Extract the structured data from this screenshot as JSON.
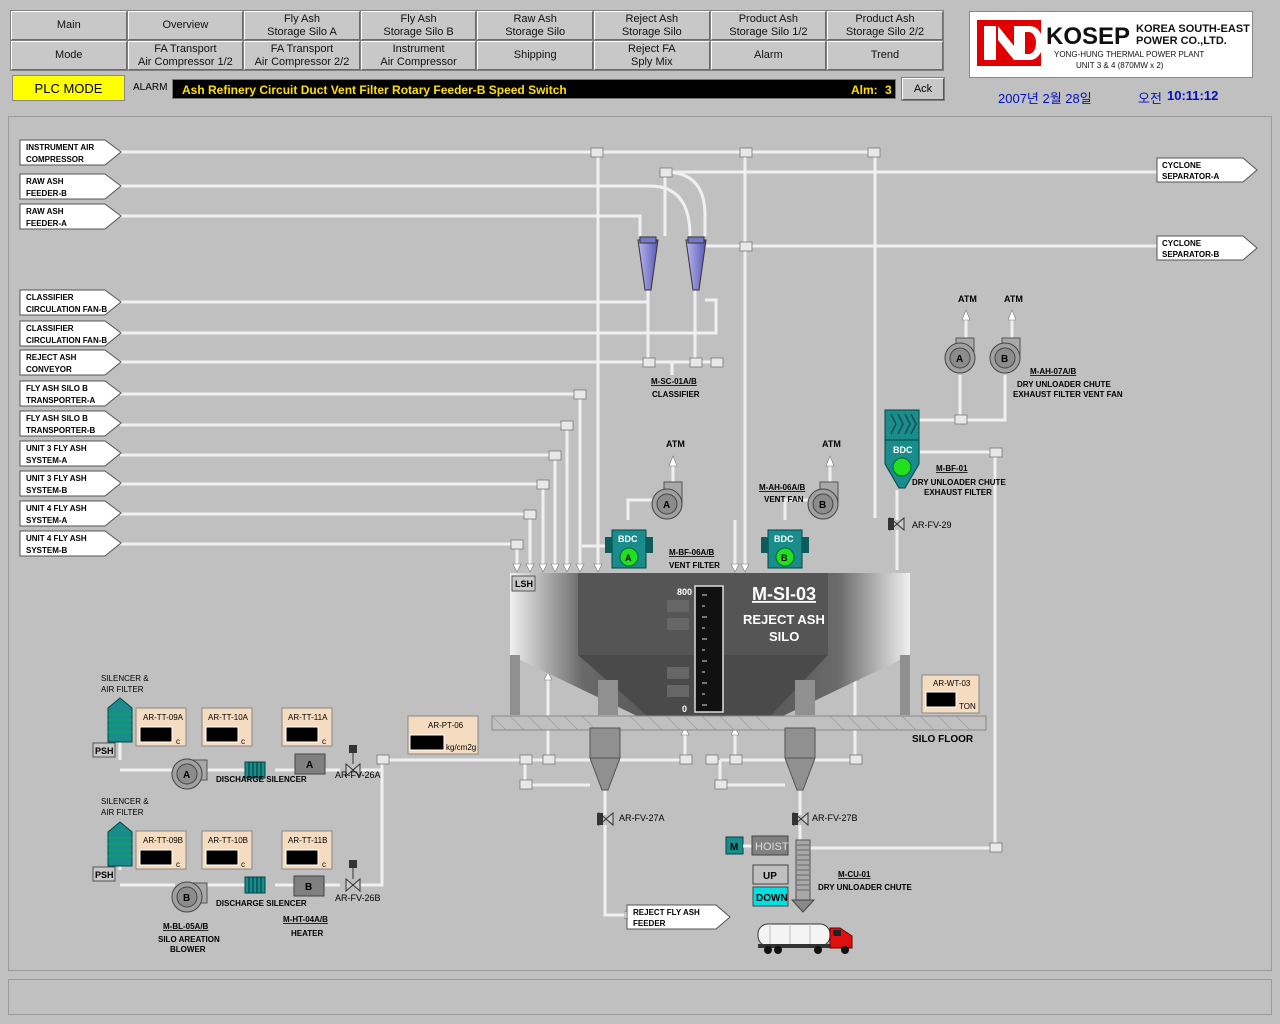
{
  "nav": {
    "row1": [
      {
        "id": "main",
        "lines": [
          "Main"
        ]
      },
      {
        "id": "overview",
        "lines": [
          "Overview"
        ]
      },
      {
        "id": "fly-ash-silo-a",
        "lines": [
          "Fly Ash",
          "Storage Silo A"
        ]
      },
      {
        "id": "fly-ash-silo-b",
        "lines": [
          "Fly Ash",
          "Storage Silo B"
        ]
      },
      {
        "id": "raw-ash-silo",
        "lines": [
          "Raw Ash",
          "Storage Silo"
        ]
      },
      {
        "id": "reject-ash-silo",
        "lines": [
          "Reject Ash",
          "Storage Silo"
        ]
      },
      {
        "id": "product-ash-silo-1",
        "lines": [
          "Product Ash",
          "Storage Silo 1/2"
        ]
      },
      {
        "id": "product-ash-silo-2",
        "lines": [
          "Product Ash",
          "Storage Silo 2/2"
        ]
      }
    ],
    "row2": [
      {
        "id": "mode",
        "lines": [
          "Mode"
        ]
      },
      {
        "id": "fa-transport-1",
        "lines": [
          "FA Transport",
          "Air Compressor 1/2"
        ]
      },
      {
        "id": "fa-transport-2",
        "lines": [
          "FA Transport",
          "Air Compressor 2/2"
        ]
      },
      {
        "id": "instrument-air",
        "lines": [
          "Instrument",
          "Air Compressor"
        ]
      },
      {
        "id": "shipping",
        "lines": [
          "Shipping"
        ]
      },
      {
        "id": "reject-fa-sply-mix",
        "lines": [
          "Reject FA",
          "Sply Mix"
        ]
      },
      {
        "id": "alarm",
        "lines": [
          "Alarm"
        ]
      },
      {
        "id": "trend",
        "lines": [
          "Trend"
        ]
      }
    ]
  },
  "header": {
    "plc_mode": "PLC MODE",
    "alarm_label": "ALARM",
    "alarm_text": "Ash Refinery Circuit Duct Vent Filter Rotary Feeder-B Speed Switch",
    "alm_label": "Alm:",
    "alm_count": "3",
    "ack_label": "Ack",
    "date": "2007년 2월 28일",
    "time_prefix": "오전",
    "time": "10:11:12"
  },
  "logo": {
    "brand": "KOSEP",
    "company_line1": "KOREA SOUTH-EAST",
    "company_line2": "POWER CO.,LTD.",
    "plant": "YONG-HUNG THERMAL POWER PLANT",
    "unit": "UNIT 3 & 4 (870MW x 2)"
  },
  "colors": {
    "background": "#c0c0c0",
    "plc_mode": "#ffff00",
    "alarm_text": "#ffe000",
    "datetime": "#0010c0",
    "equipment_teal": "#1a8c8c",
    "running_green": "#20e020",
    "cyclone": "#7a78c8",
    "status_box": "#f5dcc0",
    "down_button": "#00e0e0"
  },
  "left_inlets": [
    [
      "INSTRUMENT AIR",
      "COMPRESSOR"
    ],
    [
      "RAW ASH",
      "FEEDER-B"
    ],
    [
      "RAW ASH",
      "FEEDER-A"
    ],
    [
      "CLASSIFIER",
      "CIRCULATION FAN-B"
    ],
    [
      "CLASSIFIER",
      "CIRCULATION FAN-B"
    ],
    [
      "REJECT ASH",
      "CONVEYOR"
    ],
    [
      "FLY ASH SILO B",
      "TRANSPORTER-A"
    ],
    [
      "FLY ASH SILO B",
      "TRANSPORTER-B"
    ],
    [
      "UNIT 3 FLY ASH",
      "SYSTEM-A"
    ],
    [
      "UNIT 3 FLY ASH",
      "SYSTEM-B"
    ],
    [
      "UNIT 4 FLY ASH",
      "SYSTEM-A"
    ],
    [
      "UNIT 4 FLY ASH",
      "SYSTEM-B"
    ]
  ],
  "right_outlets": {
    "cyclone_a": [
      "CYCLONE",
      "SEPARATOR-A"
    ],
    "cyclone_b": [
      "CYCLONE",
      "SEPARATOR-B"
    ],
    "reject_feeder": [
      "REJECT FLY ASH",
      "FEEDER"
    ]
  },
  "equipment": {
    "classifier_tag": "M-SC-01A/B",
    "classifier_name": "CLASSIFIER",
    "atm": "ATM",
    "fan_a": "A",
    "fan_b": "B",
    "dry_unloader_fan_tag": "M-AH-07A/B",
    "dry_unloader_fan_name1": "DRY UNLOADER CHUTE",
    "dry_unloader_fan_name2": "EXHAUST FILTER VENT FAN",
    "bdc": "BDC",
    "bf01_tag": "M-BF-01",
    "bf01_name1": "DRY UNLOADER CHUTE",
    "bf01_name2": "EXHAUST FILTER",
    "vent_fan_tag": "M-AH-06A/B",
    "vent_fan_name": "VENT FAN",
    "vent_filter_tag": "M-BF-06A/B",
    "vent_filter_name": "VENT FILTER",
    "valve_fv29": "AR-FV-29",
    "lsh": "LSH",
    "silo_tag": "M-SI-03",
    "silo_name1": "REJECT ASH",
    "silo_name2": "SILO",
    "level_max": "800",
    "level_min": "0",
    "silo_floor": "SILO FLOOR",
    "weight_tag": "AR-WT-03",
    "weight_unit": "TON",
    "valve_fv27a": "AR-FV-27A",
    "valve_fv27b": "AR-FV-27B",
    "hoist": "HOIST",
    "motor": "M",
    "up": "UP",
    "down": "DOWN",
    "chute_tag": "M-CU-01",
    "chute_name": "DRY UNLOADER CHUTE",
    "silencer_a": [
      "SILENCER &",
      "AIR FILTER"
    ],
    "silencer_b": [
      "SILENCER &",
      "AIR FILTER"
    ],
    "psh": "PSH",
    "tt09a": "AR-TT-09A",
    "tt10a": "AR-TT-10A",
    "tt11a": "AR-TT-11A",
    "tt09b": "AR-TT-09B",
    "tt10b": "AR-TT-10B",
    "tt11b": "AR-TT-11B",
    "unit_c": "c",
    "pt06": "AR-PT-06",
    "pt_unit": "kg/cm2g",
    "discharge_silencer": "DISCHARGE SILENCER",
    "fv26a": "AR-FV-26A",
    "fv26b": "AR-FV-26B",
    "blower_tag": "M-BL-05A/B",
    "blower_name1": "SILO AREATION",
    "blower_name2": "BLOWER",
    "heater_tag": "M-HT-04A/B",
    "heater_name": "HEATER",
    "heater_a": "A",
    "heater_b": "B"
  }
}
